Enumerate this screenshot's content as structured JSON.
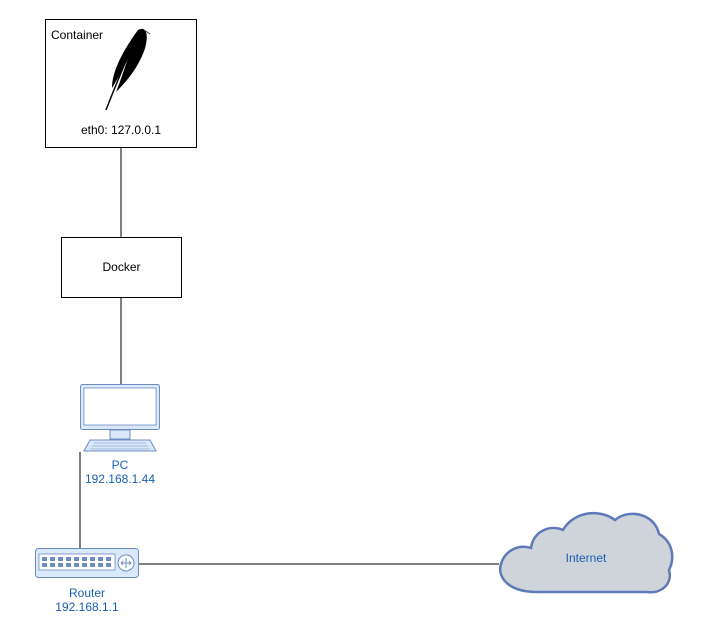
{
  "container": {
    "title": "Container",
    "interface": "eth0: 127.0.0.1",
    "logo_icon": "feather-icon"
  },
  "docker": {
    "label": "Docker"
  },
  "pc": {
    "name": "PC",
    "ip": "192.168.1.44",
    "icon": "desktop-computer-icon"
  },
  "router": {
    "name": "Router",
    "ip": "192.168.1.1",
    "icon": "router-icon"
  },
  "internet": {
    "label": "Internet",
    "icon": "cloud-icon"
  },
  "colors": {
    "line": "#000000",
    "device_stroke": "#6c8ebf",
    "device_fill": "#dae8fc",
    "cloud_fill": "#cfd4da",
    "cloud_stroke": "#5f7ab8",
    "label_blue": "#1a5fb4"
  }
}
